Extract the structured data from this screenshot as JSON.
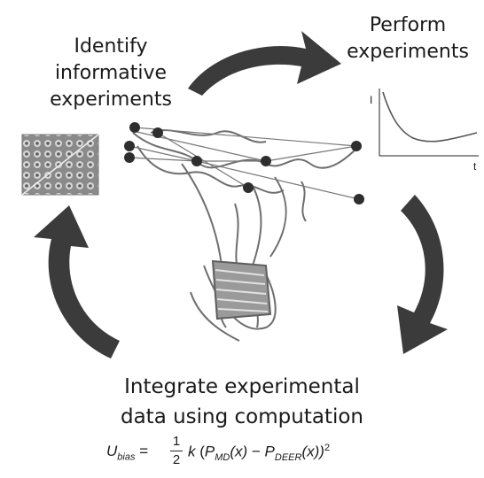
{
  "labels": {
    "identify": [
      "Identify",
      "informative",
      "experiments"
    ],
    "perform": [
      "Perform",
      "experiments"
    ],
    "integrate": [
      "Integrate experimental",
      "data using computation"
    ]
  },
  "plot": {
    "y_axis": "I",
    "x_axis": "t"
  },
  "equation": {
    "lhs_symbol": "U",
    "lhs_sub": "bias",
    "equals": " = ",
    "frac_num": "1",
    "frac_den": "2",
    "k": "k",
    "md_symbol": "P",
    "md_sub": "MD",
    "md_arg": "(x)",
    "minus": " − ",
    "deer_symbol": "P",
    "deer_sub": "DEER",
    "deer_arg": "(x))",
    "open_paren": " (",
    "exp": "2"
  },
  "colors": {
    "arrow": "#3b3b3b",
    "protein": "#6e6e6e",
    "bead": "#2e2e2e"
  },
  "icons": [
    "curved-arrow-icon",
    "protein-structure-icon",
    "heatmap-icon",
    "decay-plot-icon"
  ]
}
